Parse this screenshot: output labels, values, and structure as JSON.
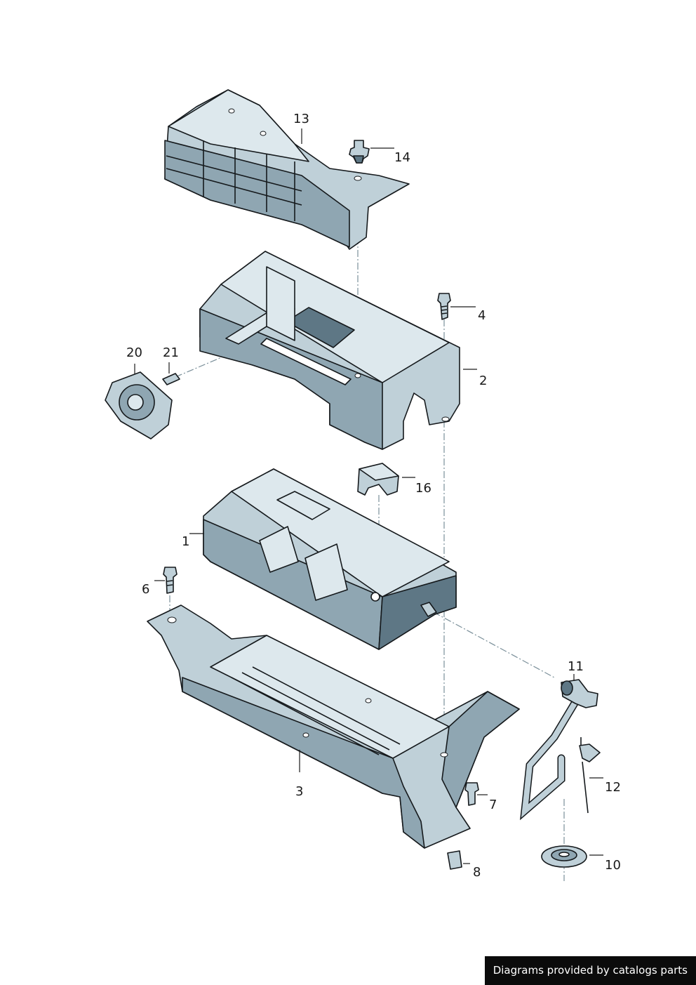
{
  "callouts": {
    "p1": "1",
    "p2": "2",
    "p3": "3",
    "p4": "4",
    "p6": "6",
    "p7": "7",
    "p8": "8",
    "p10": "10",
    "p11": "11",
    "p12": "12",
    "p13": "13",
    "p14": "14",
    "p16": "16",
    "p20": "20",
    "p21": "21"
  },
  "footer": "Diagrams provided by catalogs parts",
  "colors": {
    "part_fill": "#bfd0d8",
    "part_shadow": "#8fa6b2",
    "outline": "#15191c",
    "footer_bg": "#0b0b0b"
  }
}
